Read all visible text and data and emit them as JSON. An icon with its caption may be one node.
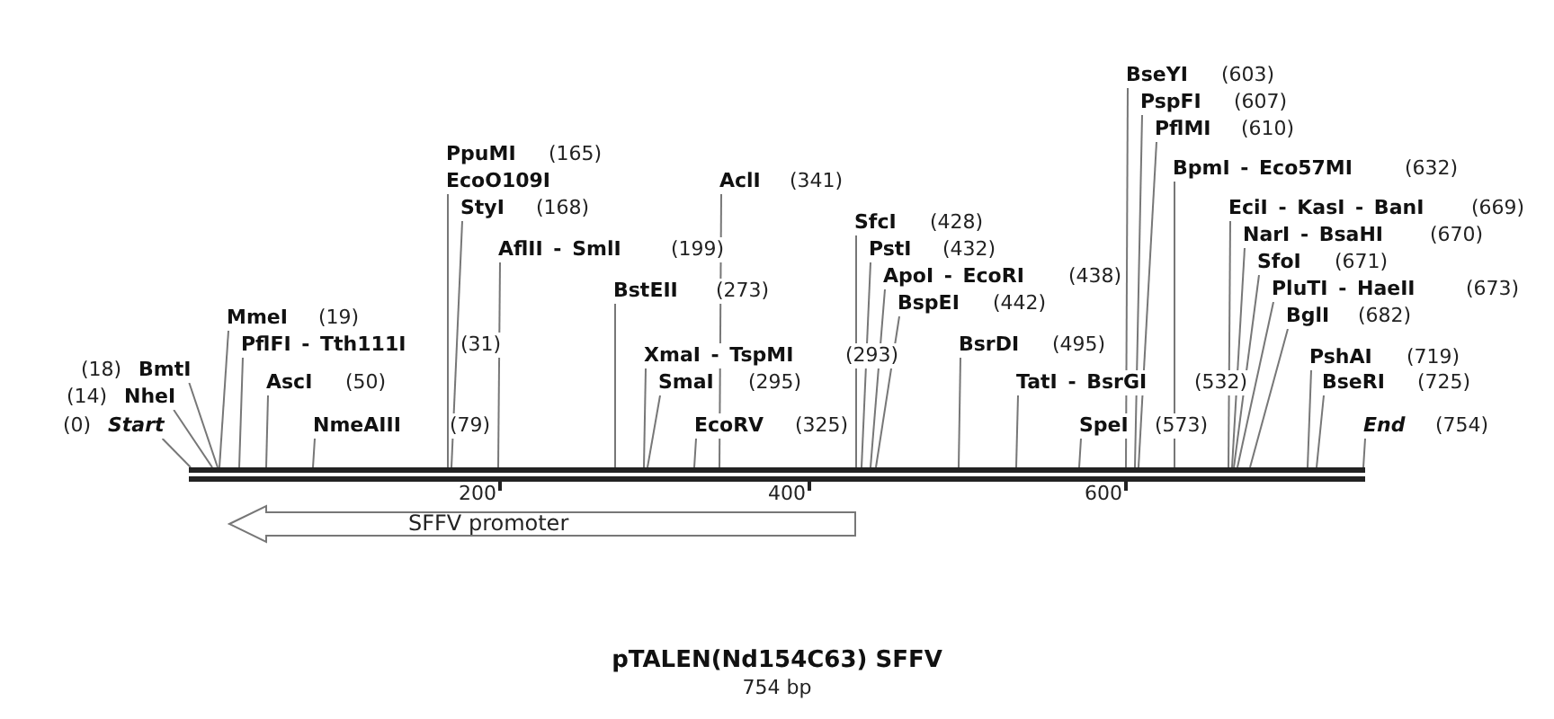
{
  "diagram": {
    "title": "pTALEN(Nd154C63) SFFV",
    "nodes": [
      {
        "text": [],
        "shape": "bar"
      },
      {
        "text": [
          "(0)",
          "Start"
        ]
      },
      {
        "text": [
          "(14)",
          "NheI"
        ]
      },
      {
        "text": [
          "(18)",
          "BmtI"
        ]
      },
      {
        "text": [
          "MmeI",
          "(19)"
        ]
      },
      {
        "text": [
          "PflFI - Tth111I",
          "(31)"
        ]
      },
      {
        "text": [
          "AscI",
          "(50)"
        ]
      },
      {
        "text": [
          "NmeAIII",
          "(79)"
        ]
      },
      {
        "text": [
          "PpuMI",
          "(165)"
        ]
      },
      {
        "text": [
          "EcoO109I"
        ]
      },
      {
        "text": [
          "StyI",
          "(168)"
        ]
      },
      {
        "text": [
          "AflII - SmlI",
          "(199)"
        ]
      },
      {
        "text": [
          "BstEII",
          "(273)"
        ]
      },
      {
        "text": [
          "XmaI - TspMI",
          "(293)"
        ]
      },
      {
        "text": [
          "SmaI",
          "(295)"
        ]
      },
      {
        "text": [
          "EcoRV",
          "(325)"
        ]
      },
      {
        "text": [
          "AclI",
          "(341)"
        ]
      },
      {
        "text": [
          "SfcI",
          "(428)"
        ]
      },
      {
        "text": [
          "PstI",
          "(432)"
        ]
      },
      {
        "text": [
          "ApoI - EcoRI",
          "(438)"
        ]
      },
      {
        "text": [
          "BspEI",
          "(442)"
        ]
      },
      {
        "text": [
          "BsrDI",
          "(495)"
        ]
      },
      {
        "text": [
          "TatI - BsrGI",
          "(532)"
        ]
      },
      {
        "text": [
          "SpeI",
          "(573)"
        ]
      },
      {
        "text": [
          "BseYI",
          "(603)"
        ]
      },
      {
        "text": [
          "PspFI",
          "(607)"
        ]
      },
      {
        "text": [
          "PflMI",
          "(610)"
        ]
      },
      {
        "text": [
          "BpmI - Eco57MI",
          "(632)"
        ]
      },
      {
        "text": [
          "EciI - KasI - BanI",
          "(669)"
        ]
      },
      {
        "text": [
          "NarI - BsaHI",
          "(670)"
        ]
      },
      {
        "text": [
          "SfoI",
          "(671)"
        ]
      },
      {
        "text": [
          "PluTI - HaeII",
          "(673)"
        ]
      },
      {
        "text": [
          "BglI",
          "(682)"
        ]
      },
      {
        "text": [
          "PshAI",
          "(719)"
        ]
      },
      {
        "text": [
          "BseRI",
          "(725)"
        ]
      },
      {
        "text": [
          "End",
          "(754)"
        ]
      },
      {
        "text": [
          "SFFV promoter"
        ]
      }
    ],
    "edges": [
      {
        "from": 1,
        "to": 0,
        "arrow": "none"
      },
      {
        "from": 2,
        "to": 0,
        "arrow": "none"
      },
      {
        "from": 3,
        "to": 0,
        "arrow": "none"
      },
      {
        "from": 4,
        "to": 0,
        "arrow": "none"
      },
      {
        "from": 5,
        "to": 0,
        "arrow": "none"
      },
      {
        "from": 6,
        "to": 0,
        "arrow": "none"
      },
      {
        "from": 7,
        "to": 0,
        "arrow": "none"
      },
      {
        "from": 9,
        "to": 0,
        "arrow": "none"
      },
      {
        "from": 10,
        "to": 0,
        "arrow": "none"
      },
      {
        "from": 11,
        "to": 0,
        "arrow": "none"
      },
      {
        "from": 12,
        "to": 0,
        "arrow": "none"
      },
      {
        "from": 13,
        "to": 0,
        "arrow": "none"
      },
      {
        "from": 14,
        "to": 0,
        "arrow": "none"
      },
      {
        "from": 15,
        "to": 0,
        "arrow": "none"
      },
      {
        "from": 16,
        "to": 0,
        "arrow": "none"
      },
      {
        "from": 17,
        "to": 0,
        "arrow": "none"
      },
      {
        "from": 18,
        "to": 0,
        "arrow": "none"
      },
      {
        "from": 19,
        "to": 0,
        "arrow": "none"
      },
      {
        "from": 20,
        "to": 0,
        "arrow": "none"
      },
      {
        "from": 21,
        "to": 0,
        "arrow": "none"
      },
      {
        "from": 22,
        "to": 0,
        "arrow": "none"
      },
      {
        "from": 23,
        "to": 0,
        "arrow": "none"
      },
      {
        "from": 24,
        "to": 0,
        "arrow": "none"
      },
      {
        "from": 25,
        "to": 0,
        "arrow": "none"
      },
      {
        "from": 26,
        "to": 0,
        "arrow": "none"
      },
      {
        "from": 27,
        "to": 0,
        "arrow": "none"
      },
      {
        "from": 28,
        "to": 0,
        "arrow": "none"
      },
      {
        "from": 29,
        "to": 0,
        "arrow": "none"
      },
      {
        "from": 30,
        "to": 0,
        "arrow": "none"
      },
      {
        "from": 31,
        "to": 0,
        "arrow": "none"
      },
      {
        "from": 32,
        "to": 0,
        "arrow": "none"
      },
      {
        "from": 33,
        "to": 0,
        "arrow": "none"
      },
      {
        "from": 34,
        "to": 0,
        "arrow": "none"
      },
      {
        "from": 35,
        "to": 0,
        "arrow": "none"
      }
    ],
    "labels": [
      "200",
      "400",
      "600",
      "754 bp"
    ]
  }
}
